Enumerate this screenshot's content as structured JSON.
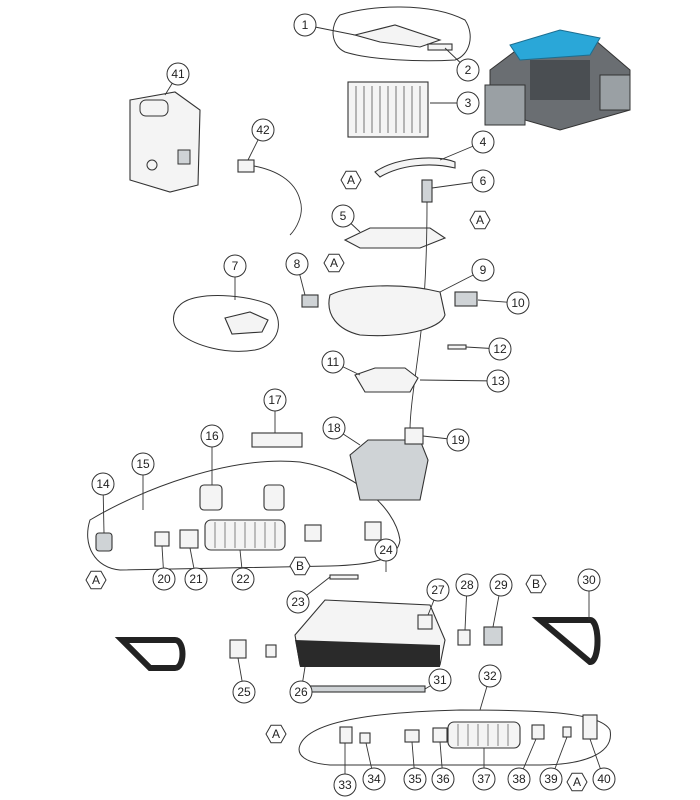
{
  "diagram": {
    "callouts": [
      {
        "n": "1"
      },
      {
        "n": "2"
      },
      {
        "n": "3"
      },
      {
        "n": "4"
      },
      {
        "n": "5"
      },
      {
        "n": "6"
      },
      {
        "n": "7"
      },
      {
        "n": "8"
      },
      {
        "n": "9"
      },
      {
        "n": "10"
      },
      {
        "n": "11"
      },
      {
        "n": "12"
      },
      {
        "n": "13"
      },
      {
        "n": "14"
      },
      {
        "n": "15"
      },
      {
        "n": "16"
      },
      {
        "n": "17"
      },
      {
        "n": "18"
      },
      {
        "n": "19"
      },
      {
        "n": "20"
      },
      {
        "n": "21"
      },
      {
        "n": "22"
      },
      {
        "n": "23"
      },
      {
        "n": "24"
      },
      {
        "n": "25"
      },
      {
        "n": "26"
      },
      {
        "n": "27"
      },
      {
        "n": "28"
      },
      {
        "n": "29"
      },
      {
        "n": "30"
      },
      {
        "n": "31"
      },
      {
        "n": "32"
      },
      {
        "n": "33"
      },
      {
        "n": "34"
      },
      {
        "n": "35"
      },
      {
        "n": "36"
      },
      {
        "n": "37"
      },
      {
        "n": "38"
      },
      {
        "n": "39"
      },
      {
        "n": "40"
      },
      {
        "n": "41"
      },
      {
        "n": "42"
      }
    ],
    "letters": [
      "A",
      "A",
      "A",
      "A",
      "B",
      "B",
      "A",
      "A"
    ],
    "colors": {
      "accent": "#2aa7d8",
      "robot_body": "#6a6e72",
      "line": "#333333"
    }
  }
}
